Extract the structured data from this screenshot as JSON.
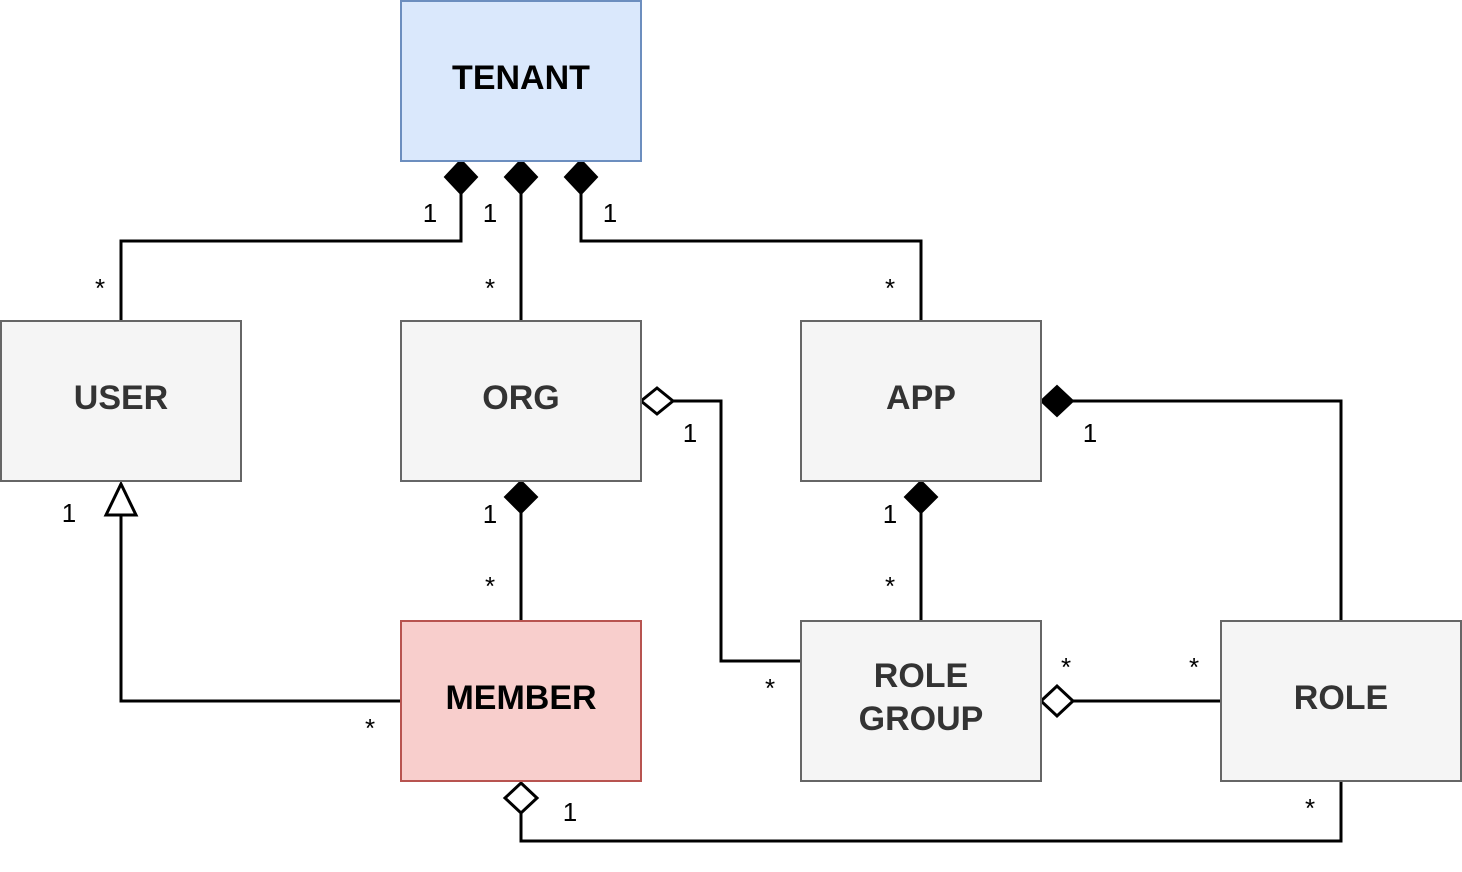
{
  "entities": {
    "tenant": "TENANT",
    "user": "USER",
    "org": "ORG",
    "app": "APP",
    "member": "MEMBER",
    "role_group_line1": "ROLE",
    "role_group_line2": "GROUP",
    "role": "ROLE"
  },
  "multiplicities": {
    "tenant_user_one": "1",
    "tenant_user_many": "*",
    "tenant_org_one": "1",
    "tenant_org_many": "*",
    "tenant_app_one": "1",
    "tenant_app_many": "*",
    "org_member_one": "1",
    "org_member_many": "*",
    "org_rolegroup_one": "1",
    "org_rolegroup_many": "*",
    "app_rolegroup_one": "1",
    "app_rolegroup_many": "*",
    "app_role_one": "1",
    "user_member_one": "1",
    "user_member_many": "*",
    "rolegroup_role_many_left": "*",
    "rolegroup_role_many_right": "*",
    "member_role_one": "1",
    "member_role_many": "*"
  },
  "colors": {
    "tenant_fill": "#dae8fc",
    "tenant_stroke": "#6c8ebf",
    "member_fill": "#f8cecc",
    "member_stroke": "#b85450",
    "default_fill": "#f5f5f5",
    "default_stroke": "#666666",
    "default_text": "#333333"
  }
}
